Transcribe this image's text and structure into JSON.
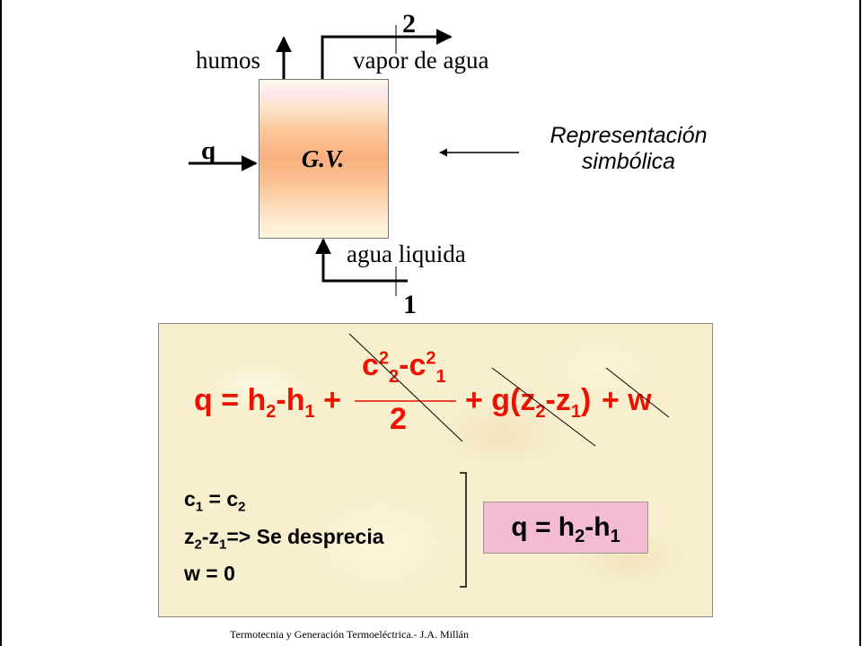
{
  "diagram": {
    "state_out": "2",
    "state_in": "1",
    "humos": "humos",
    "vapor": "vapor de agua",
    "agua": "agua liquida",
    "q": "q",
    "box": "G.V.",
    "rep1": "Representación",
    "rep2": "simbólica"
  },
  "equation": {
    "lhs_q": "q = h",
    "sub2": "2",
    "dash_h": "-h",
    "sub1": "1",
    "plus1": " +",
    "num_c": "c",
    "num_dash_c": "-c",
    "denominator": "2",
    "g_part": "+ g(z",
    "dash_z": "-z",
    "close": ")",
    "w_part": "+ w"
  },
  "conditions": {
    "c_a": "c",
    "c_eq": " = c",
    "z_a": "z",
    "z_b": "-z",
    "z_text": "=> Se desprecia",
    "w": "w = 0"
  },
  "result": {
    "q": "q = h",
    "dash": "-h"
  },
  "footer": "Termotecnia y Generación Termoeléctrica.- J.A. Millán",
  "colors": {
    "equation_red": "#ee1100",
    "result_bg": "#f3bcd4",
    "panel_bg": "#f8efcf"
  }
}
